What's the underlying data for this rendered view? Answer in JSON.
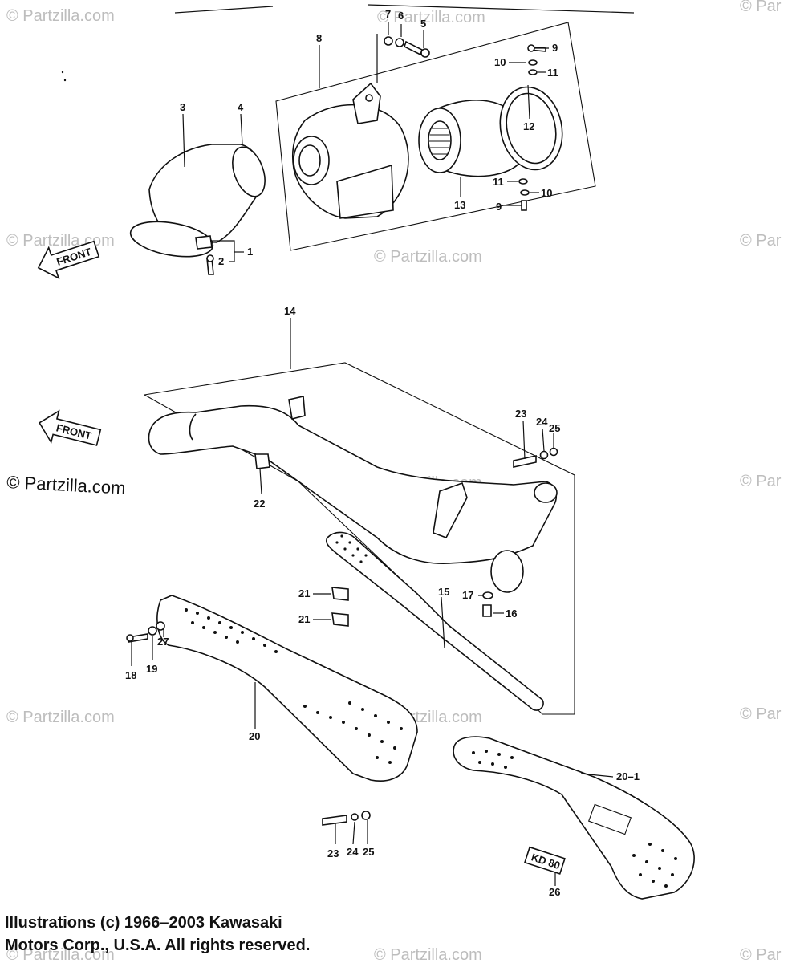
{
  "watermark": {
    "text": "© Partzilla.com",
    "text_clipped": "© Par",
    "text_dark": "© Partzilla.com"
  },
  "front_labels": [
    "FRONT",
    "FRONT"
  ],
  "nameplate_text": "KD 80",
  "callouts": {
    "c1": "1",
    "c2": "2",
    "c3": "3",
    "c4": "4",
    "c5": "5",
    "c6": "6",
    "c7": "7",
    "c8": "8",
    "c9a": "9",
    "c9b": "9",
    "c10a": "10",
    "c10b": "10",
    "c11a": "11",
    "c11b": "11",
    "c12": "12",
    "c13": "13",
    "c14": "14",
    "c15": "15",
    "c16": "16",
    "c17": "17",
    "c18": "18",
    "c19": "19",
    "c20": "20",
    "c20_1": "20–1",
    "c21a": "21",
    "c21b": "21",
    "c22": "22",
    "c23a": "23",
    "c23b": "23",
    "c24a": "24",
    "c24b": "24",
    "c25a": "25",
    "c25b": "25",
    "c26": "26",
    "c27": "27"
  },
  "copyright": {
    "line1": "Illustrations (c) 1966–2003 Kawasaki",
    "line2": "Motors Corp., U.S.A.  All rights reserved."
  }
}
